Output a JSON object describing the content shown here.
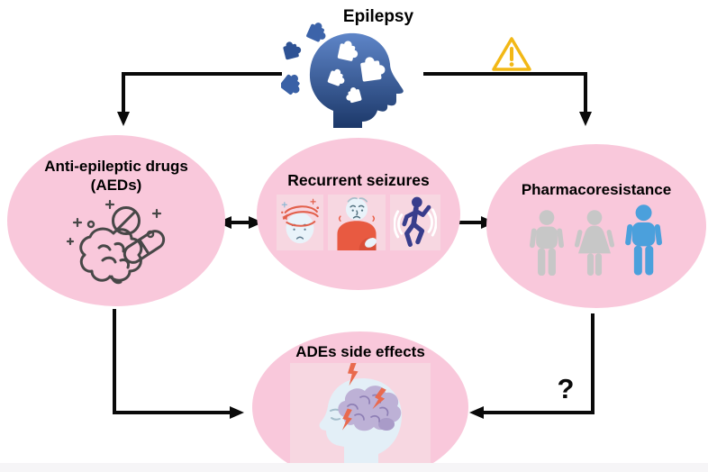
{
  "diagram": {
    "title": "Epilepsy flowchart",
    "nodes": {
      "epilepsy": {
        "label": "Epilepsy",
        "icon": "head-puzzle-icon"
      },
      "aeds": {
        "label_line1": "Anti-epileptic drugs",
        "label_line2": "(AEDs)",
        "icon": "brain-pills-icon"
      },
      "recurrent_seizures": {
        "label": "Recurrent seizures",
        "icons": [
          "dizzy-head-icon",
          "shaking-elder-icon",
          "convulsing-person-icon"
        ]
      },
      "pharmacoresistance": {
        "label": "Pharmacoresistance",
        "icons": [
          "gray-man-icon",
          "gray-woman-icon",
          "blue-man-icon"
        ]
      },
      "ades": {
        "label": "ADEs side effects",
        "icon": "head-brain-lightning-icon"
      }
    },
    "edges": [
      {
        "from": "epilepsy",
        "to": "aeds",
        "style": "arrow"
      },
      {
        "from": "epilepsy",
        "to": "pharmacoresistance",
        "style": "arrow",
        "badge": "warning-triangle-icon"
      },
      {
        "from": "aeds",
        "to": "recurrent_seizures",
        "style": "double-arrow"
      },
      {
        "from": "recurrent_seizures",
        "to": "pharmacoresistance",
        "style": "double-arrow"
      },
      {
        "from": "aeds",
        "to": "ades",
        "style": "arrow"
      },
      {
        "from": "pharmacoresistance",
        "to": "ades",
        "style": "arrow",
        "label": "?"
      }
    ],
    "question_label": "?",
    "colors": {
      "node_fill": "#F9C8DB",
      "icon_tile_fill": "#F7D7E1",
      "arrow_black": "#0A0A0A",
      "warning_yellow": "#F2B816",
      "head_blue_dark": "#1C3869",
      "head_blue_light": "#5E85C8",
      "outline_gray": "#474747",
      "seizure_red": "#E85A41",
      "figure_navy": "#383D8C",
      "person_gray": "#C7C7C7",
      "person_blue": "#4BA0DC",
      "pale_skin": "#E9F3FA",
      "brain_lavender": "#BDB1D6",
      "lightning_red": "#E96A4E",
      "text_black": "#000000"
    }
  }
}
